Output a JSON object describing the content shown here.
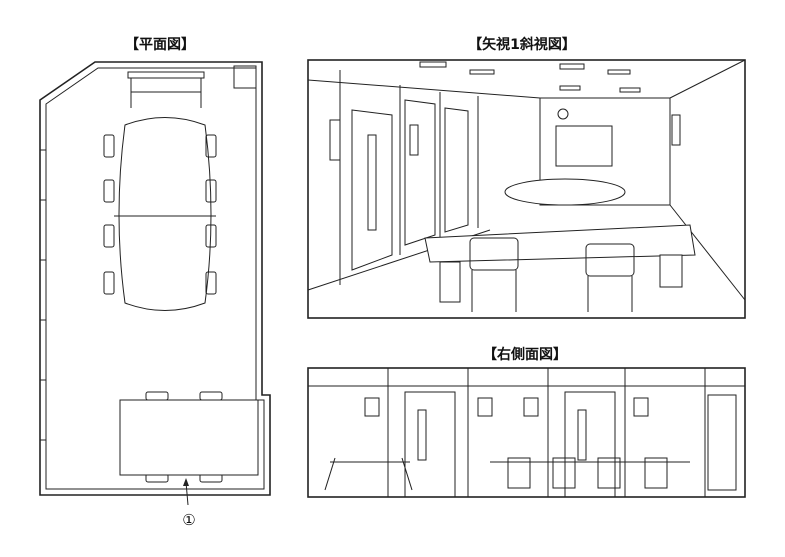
{
  "views": {
    "plan": {
      "title": "【平面図】"
    },
    "perspective": {
      "title": "【矢視1斜視図】"
    },
    "side": {
      "title": "【右側面図】"
    }
  },
  "marker": {
    "label": "①"
  }
}
